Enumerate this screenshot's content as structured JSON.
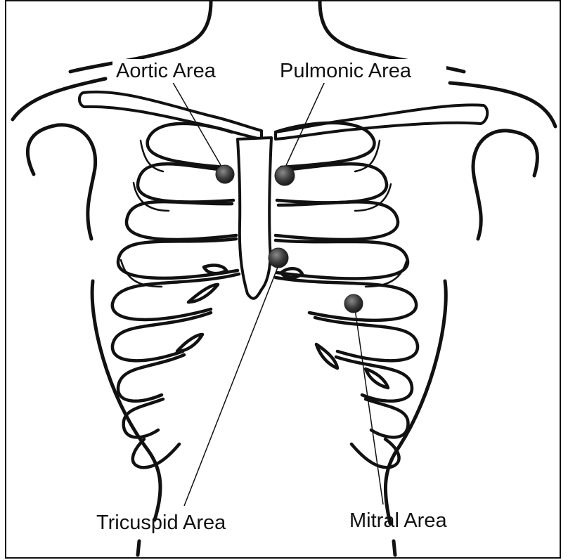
{
  "labels": {
    "aortic": "Aortic Area",
    "pulmonic": "Pulmonic Area",
    "tricuspid": "Tricuspid Area",
    "mitral": "Mitral Area"
  }
}
